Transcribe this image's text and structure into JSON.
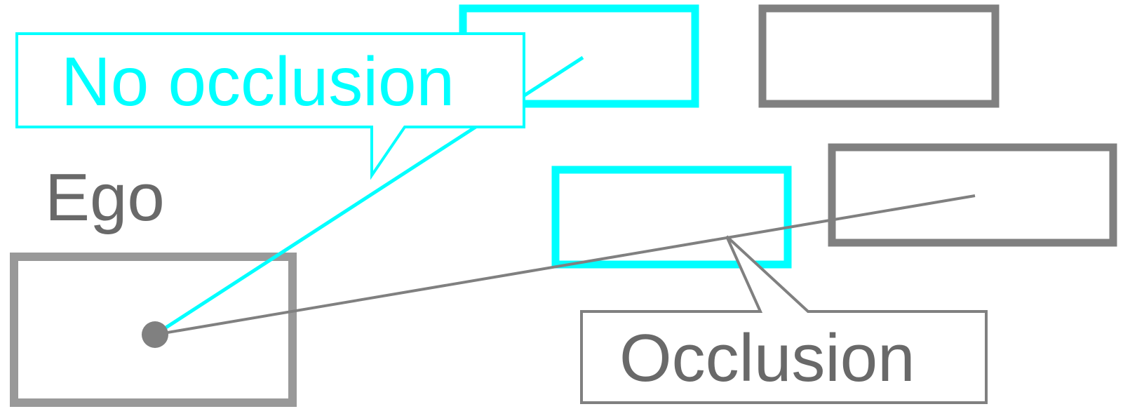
{
  "labels": {
    "ego": "Ego",
    "no_occlusion": "No occlusion",
    "occlusion": "Occlusion"
  },
  "colors": {
    "no_occlusion": "#00FFFF",
    "occlusion": "#808080",
    "ego_box": "#999999",
    "ego_text": "#696969",
    "occlusion_text": "#696969"
  }
}
